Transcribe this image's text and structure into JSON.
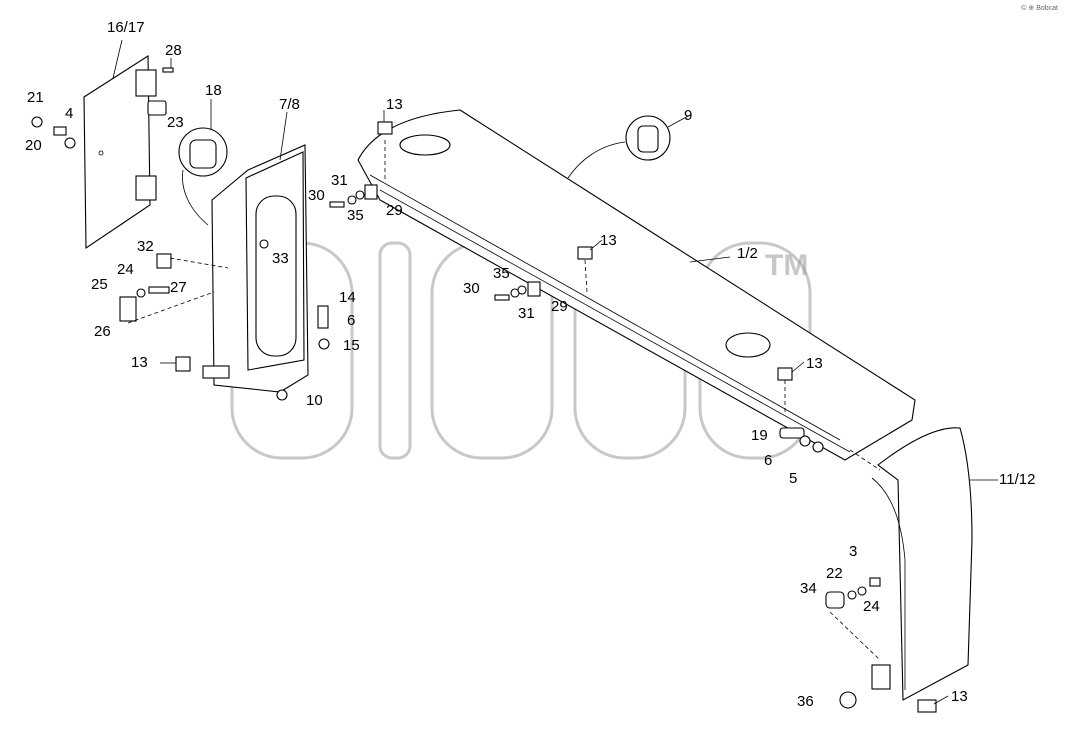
{
  "diagram": {
    "watermark": "TM",
    "corner_mark": "© ⊕ Bobcat",
    "labels": {
      "l_16_17": "16/17",
      "l_28": "28",
      "l_18": "18",
      "l_7_8": "7/8",
      "l_13a": "13",
      "l_9": "9",
      "l_21": "21",
      "l_4": "4",
      "l_20": "20",
      "l_23": "23",
      "l_30a": "30",
      "l_31a": "31",
      "l_35a": "35",
      "l_29a": "29",
      "l_13b": "13",
      "l_1_2": "1/2",
      "l_32": "32",
      "l_33": "33",
      "l_24a": "24",
      "l_25": "25",
      "l_27": "27",
      "l_26": "26",
      "l_35b": "35",
      "l_30b": "30",
      "l_31b": "31",
      "l_29b": "29",
      "l_14": "14",
      "l_6a": "6",
      "l_15": "15",
      "l_13c": "13",
      "l_13d": "13",
      "l_10": "10",
      "l_19": "19",
      "l_6b": "6",
      "l_5": "5",
      "l_11_12": "11/12",
      "l_3": "3",
      "l_22": "22",
      "l_34": "34",
      "l_24b": "24",
      "l_36": "36",
      "l_13e": "13"
    }
  }
}
